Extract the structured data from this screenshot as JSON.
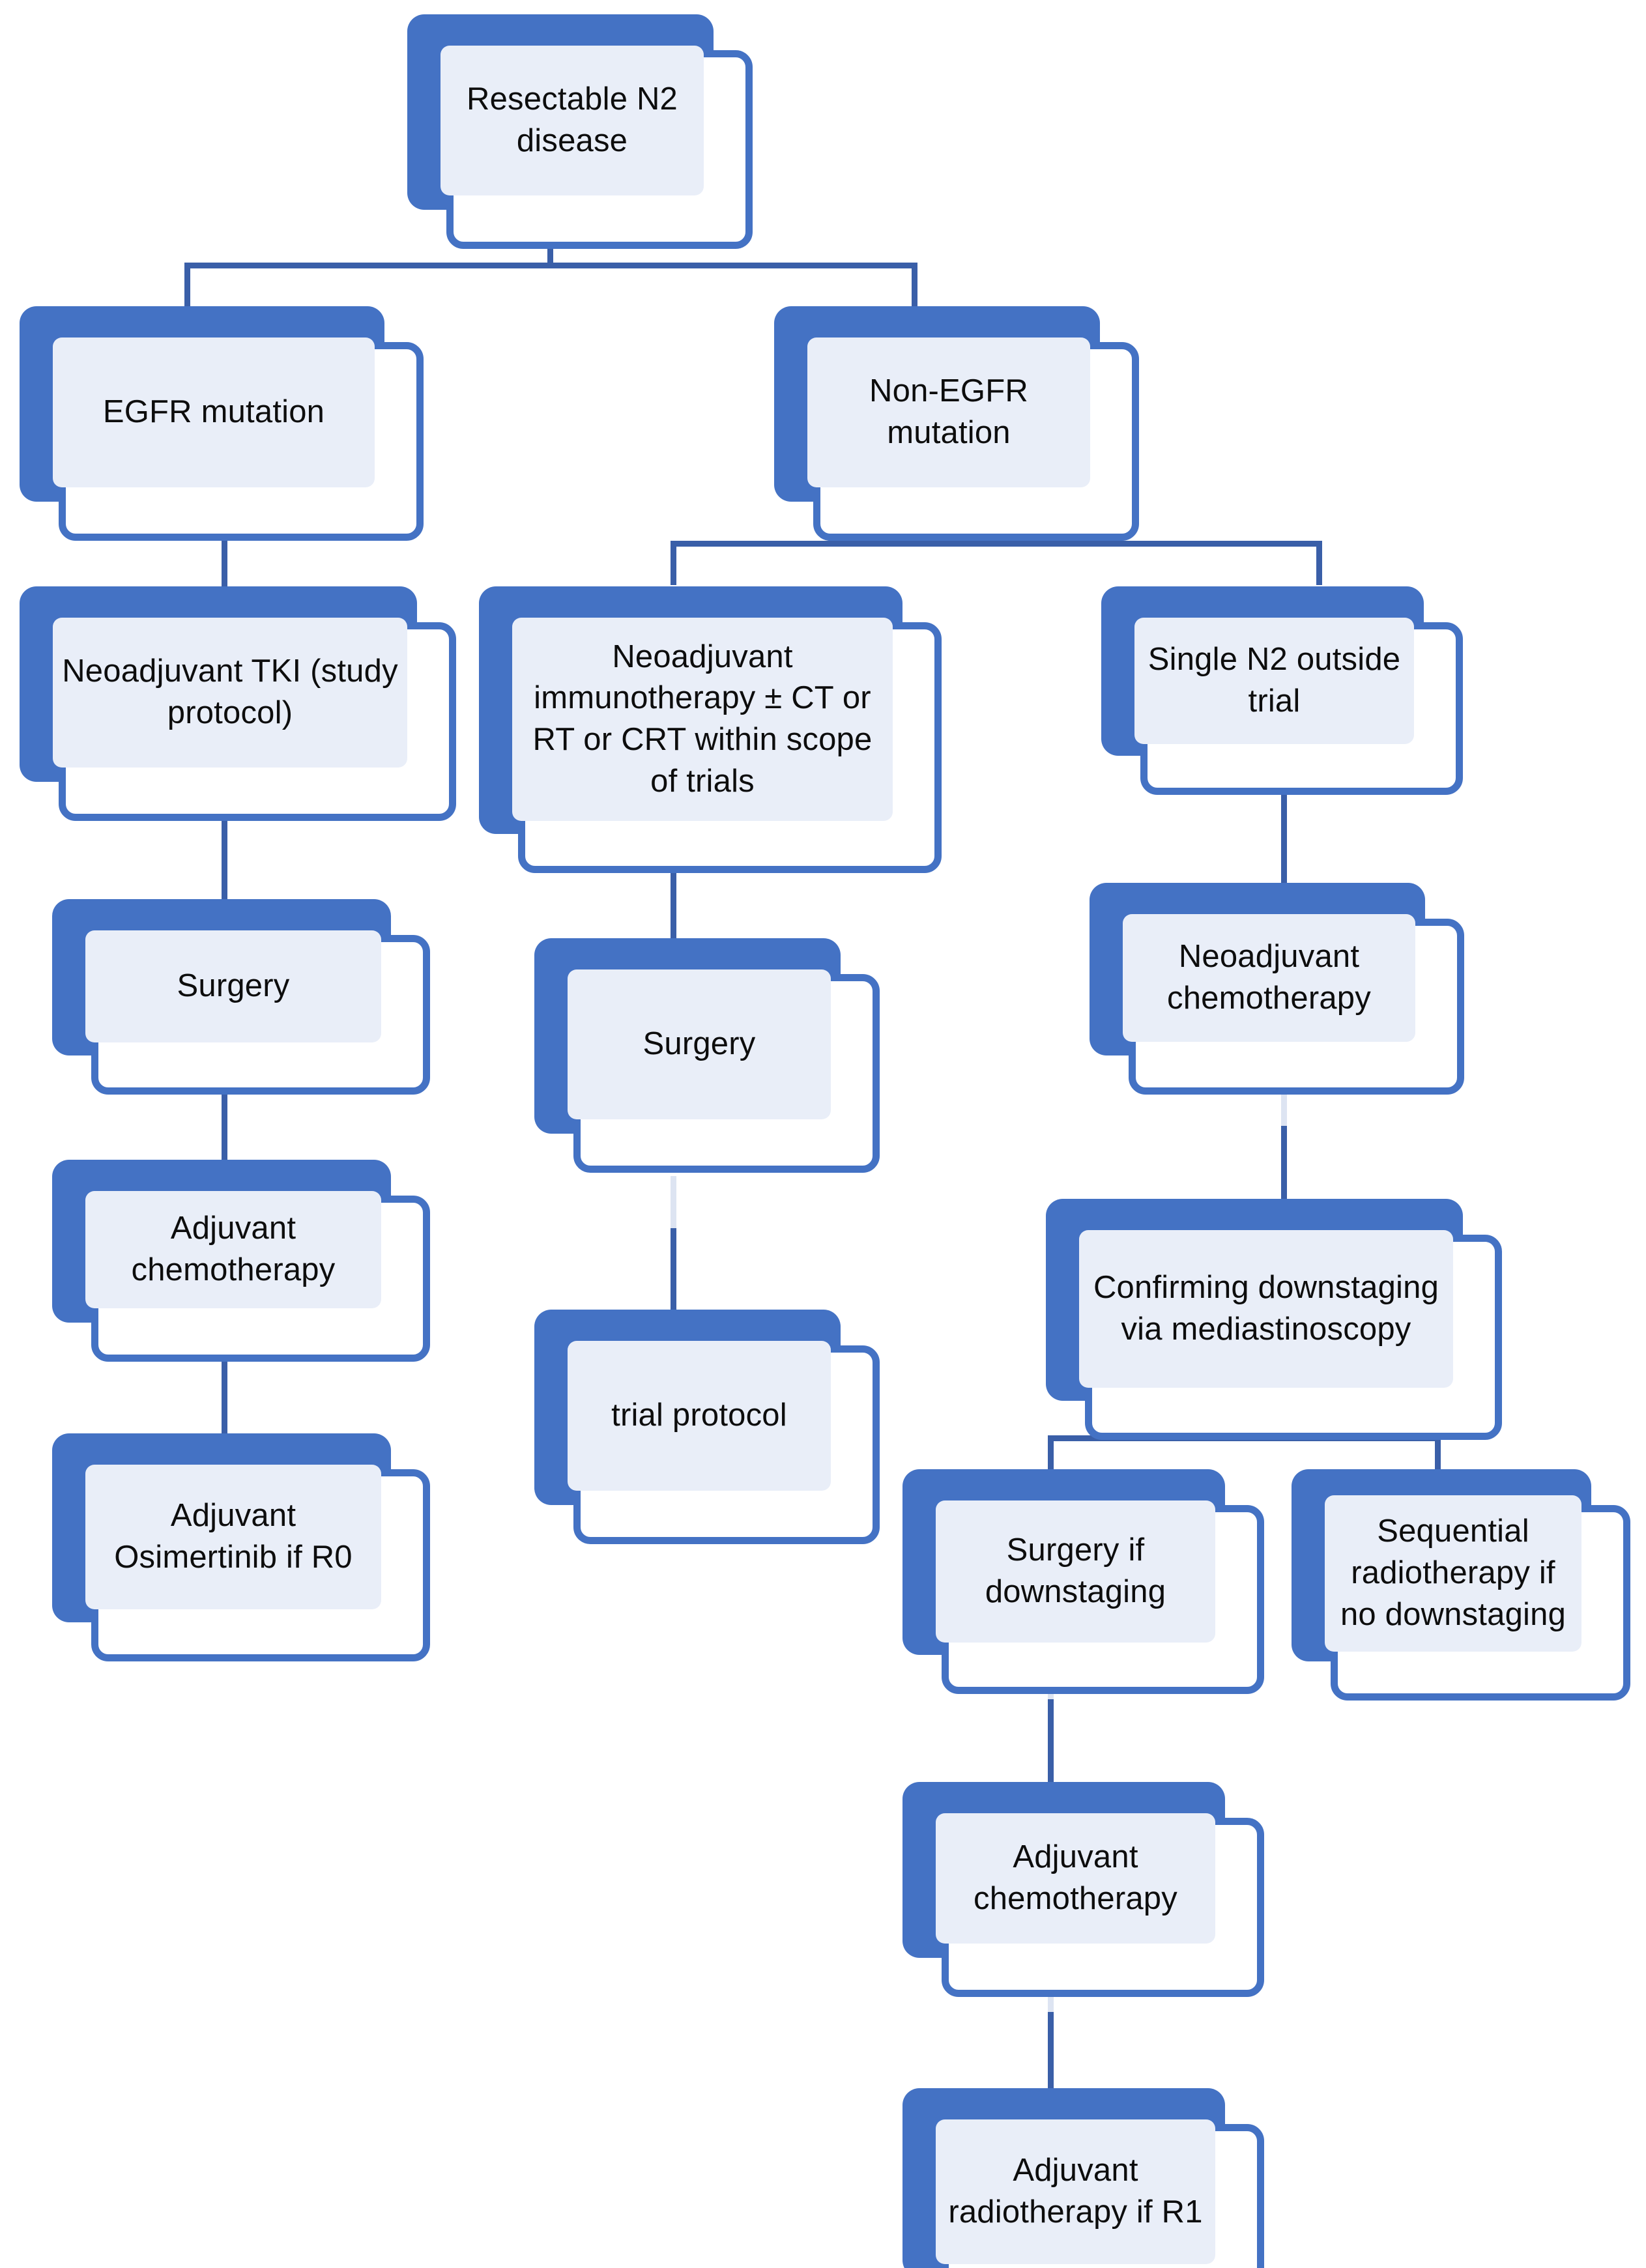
{
  "diagram": {
    "title": "Resectable N2 disease treatment algorithm",
    "colors": {
      "node_fill": "#4472C4",
      "node_inner": "#E9EEF8",
      "connector": "#3A5FA8",
      "card_background": "#FFFFFF",
      "text": "#0D0D0D"
    },
    "nodes": [
      {
        "id": "root",
        "label": "Resectable N2 disease"
      },
      {
        "id": "egfr",
        "label": "EGFR mutation"
      },
      {
        "id": "nonegfr",
        "label": "Non-EGFR mutation"
      },
      {
        "id": "neo_tki",
        "label": "Neoadjuvant TKI (study protocol)"
      },
      {
        "id": "surgery_left",
        "label": "Surgery"
      },
      {
        "id": "adj_chemo_left",
        "label": "Adjuvant chemotherapy"
      },
      {
        "id": "adj_osi",
        "label": "Adjuvant Osimertinib if R0"
      },
      {
        "id": "neo_immuno",
        "label": "Neoadjuvant immunotherapy ± CT or RT or CRT within scope of trials"
      },
      {
        "id": "surgery_mid",
        "label": "Surgery"
      },
      {
        "id": "trial_protocol",
        "label": "trial protocol"
      },
      {
        "id": "single_n2",
        "label": "Single N2 outside trial"
      },
      {
        "id": "neo_chemo",
        "label": "Neoadjuvant chemotherapy"
      },
      {
        "id": "confirm_down",
        "label": "Confirming downstaging via mediastinoscopy"
      },
      {
        "id": "surgery_down",
        "label": "Surgery if downstaging"
      },
      {
        "id": "seq_rt",
        "label": "Sequential radiotherapy if no downstaging"
      },
      {
        "id": "adj_chemo_right",
        "label": "Adjuvant chemotherapy"
      },
      {
        "id": "adj_rt_r1",
        "label": "Adjuvant radiotherapy if R1"
      }
    ],
    "edges": [
      {
        "from": "root",
        "to": "egfr"
      },
      {
        "from": "root",
        "to": "nonegfr"
      },
      {
        "from": "egfr",
        "to": "neo_tki"
      },
      {
        "from": "neo_tki",
        "to": "surgery_left"
      },
      {
        "from": "surgery_left",
        "to": "adj_chemo_left"
      },
      {
        "from": "adj_chemo_left",
        "to": "adj_osi"
      },
      {
        "from": "nonegfr",
        "to": "neo_immuno"
      },
      {
        "from": "nonegfr",
        "to": "single_n2"
      },
      {
        "from": "neo_immuno",
        "to": "surgery_mid"
      },
      {
        "from": "surgery_mid",
        "to": "trial_protocol"
      },
      {
        "from": "single_n2",
        "to": "neo_chemo"
      },
      {
        "from": "neo_chemo",
        "to": "confirm_down"
      },
      {
        "from": "confirm_down",
        "to": "surgery_down"
      },
      {
        "from": "confirm_down",
        "to": "seq_rt"
      },
      {
        "from": "surgery_down",
        "to": "adj_chemo_right"
      },
      {
        "from": "adj_chemo_right",
        "to": "adj_rt_r1"
      }
    ]
  }
}
